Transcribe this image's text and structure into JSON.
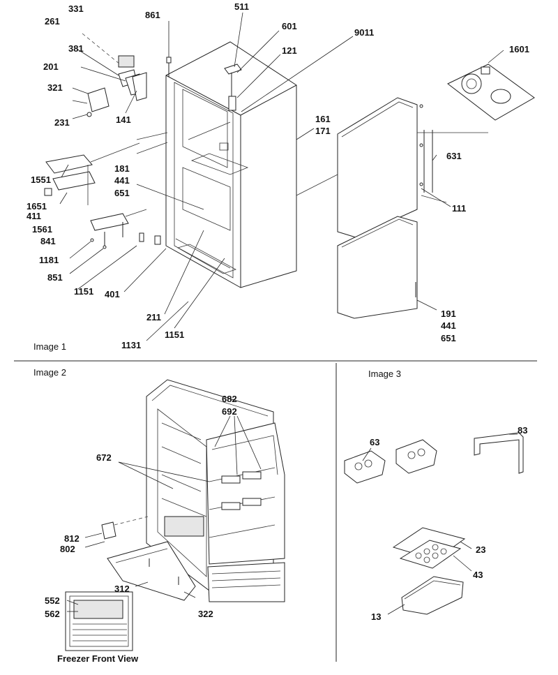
{
  "panels": {
    "image1": "Image 1",
    "image2": "Image 2",
    "image3": "Image 3"
  },
  "captions": {
    "freezer_front_view": "Freezer Front View"
  },
  "callouts": {
    "c331": "331",
    "c261": "261",
    "c381": "381",
    "c201": "201",
    "c321": "321",
    "c231": "231",
    "c141": "141",
    "c861": "861",
    "c511": "511",
    "c601": "601",
    "c121": "121",
    "c9011": "9011",
    "c1601": "1601",
    "c161": "161",
    "c171": "171",
    "c631": "631",
    "c111": "111",
    "c181": "181",
    "c441a": "441",
    "c651a": "651",
    "c1551": "1551",
    "c1651": "1651",
    "c411": "411",
    "c1561": "1561",
    "c841": "841",
    "c1181": "1181",
    "c851": "851",
    "c1151a": "1151",
    "c401": "401",
    "c211": "211",
    "c1131": "1131",
    "c1151b": "1151",
    "c191": "191",
    "c441b": "441",
    "c651b": "651",
    "c682": "682",
    "c692": "692",
    "c672": "672",
    "c812": "812",
    "c802": "802",
    "c312": "312",
    "c322": "322",
    "c552": "552",
    "c562": "562",
    "c63": "63",
    "c83": "83",
    "c23": "23",
    "c43": "43",
    "c13": "13"
  }
}
